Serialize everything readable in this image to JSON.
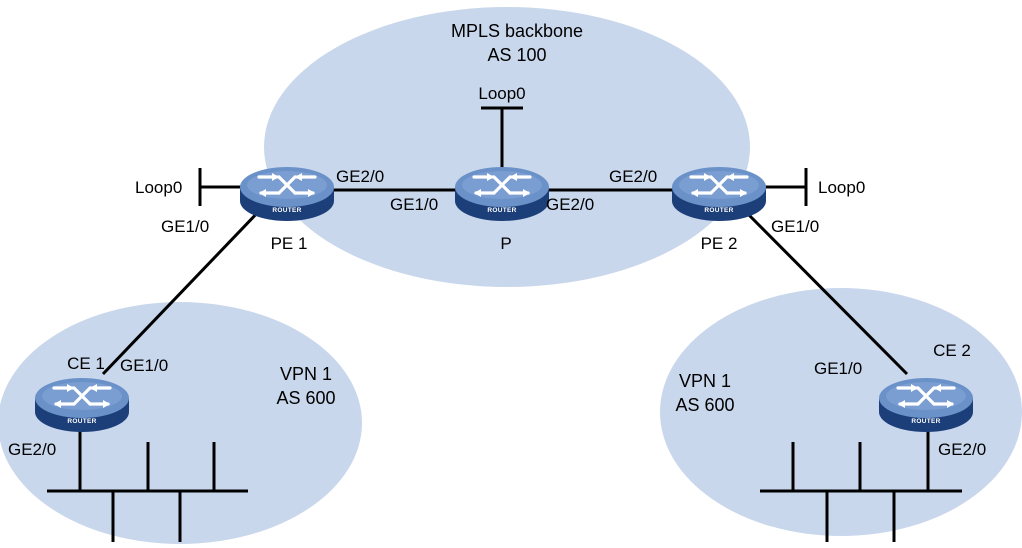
{
  "colors": {
    "cloud_fill": "#c9d7ec",
    "router_top": "#6b91c9",
    "router_side": "#1c3f7a",
    "line": "#000000"
  },
  "backbone": {
    "title": "MPLS backbone",
    "as": "AS 100"
  },
  "vpn_left": {
    "name": "VPN 1",
    "as": "AS 600"
  },
  "vpn_right": {
    "name": "VPN 1",
    "as": "AS 600"
  },
  "routers": {
    "pe1": {
      "name": "PE 1",
      "badge": "ROUTER",
      "ports": {
        "loop": "Loop0",
        "ge1": "GE1/0",
        "ge2": "GE2/0"
      }
    },
    "p": {
      "name": "P",
      "badge": "ROUTER",
      "ports": {
        "loop": "Loop0",
        "ge1": "GE1/0",
        "ge2": "GE2/0"
      }
    },
    "pe2": {
      "name": "PE 2",
      "badge": "ROUTER",
      "ports": {
        "loop": "Loop0",
        "ge1": "GE1/0",
        "ge2": "GE2/0"
      }
    },
    "ce1": {
      "name": "CE 1",
      "badge": "ROUTER",
      "ports": {
        "ge1": "GE1/0",
        "ge2": "GE2/0"
      }
    },
    "ce2": {
      "name": "CE 2",
      "badge": "ROUTER",
      "ports": {
        "ge1": "GE1/0",
        "ge2": "GE2/0"
      }
    }
  }
}
